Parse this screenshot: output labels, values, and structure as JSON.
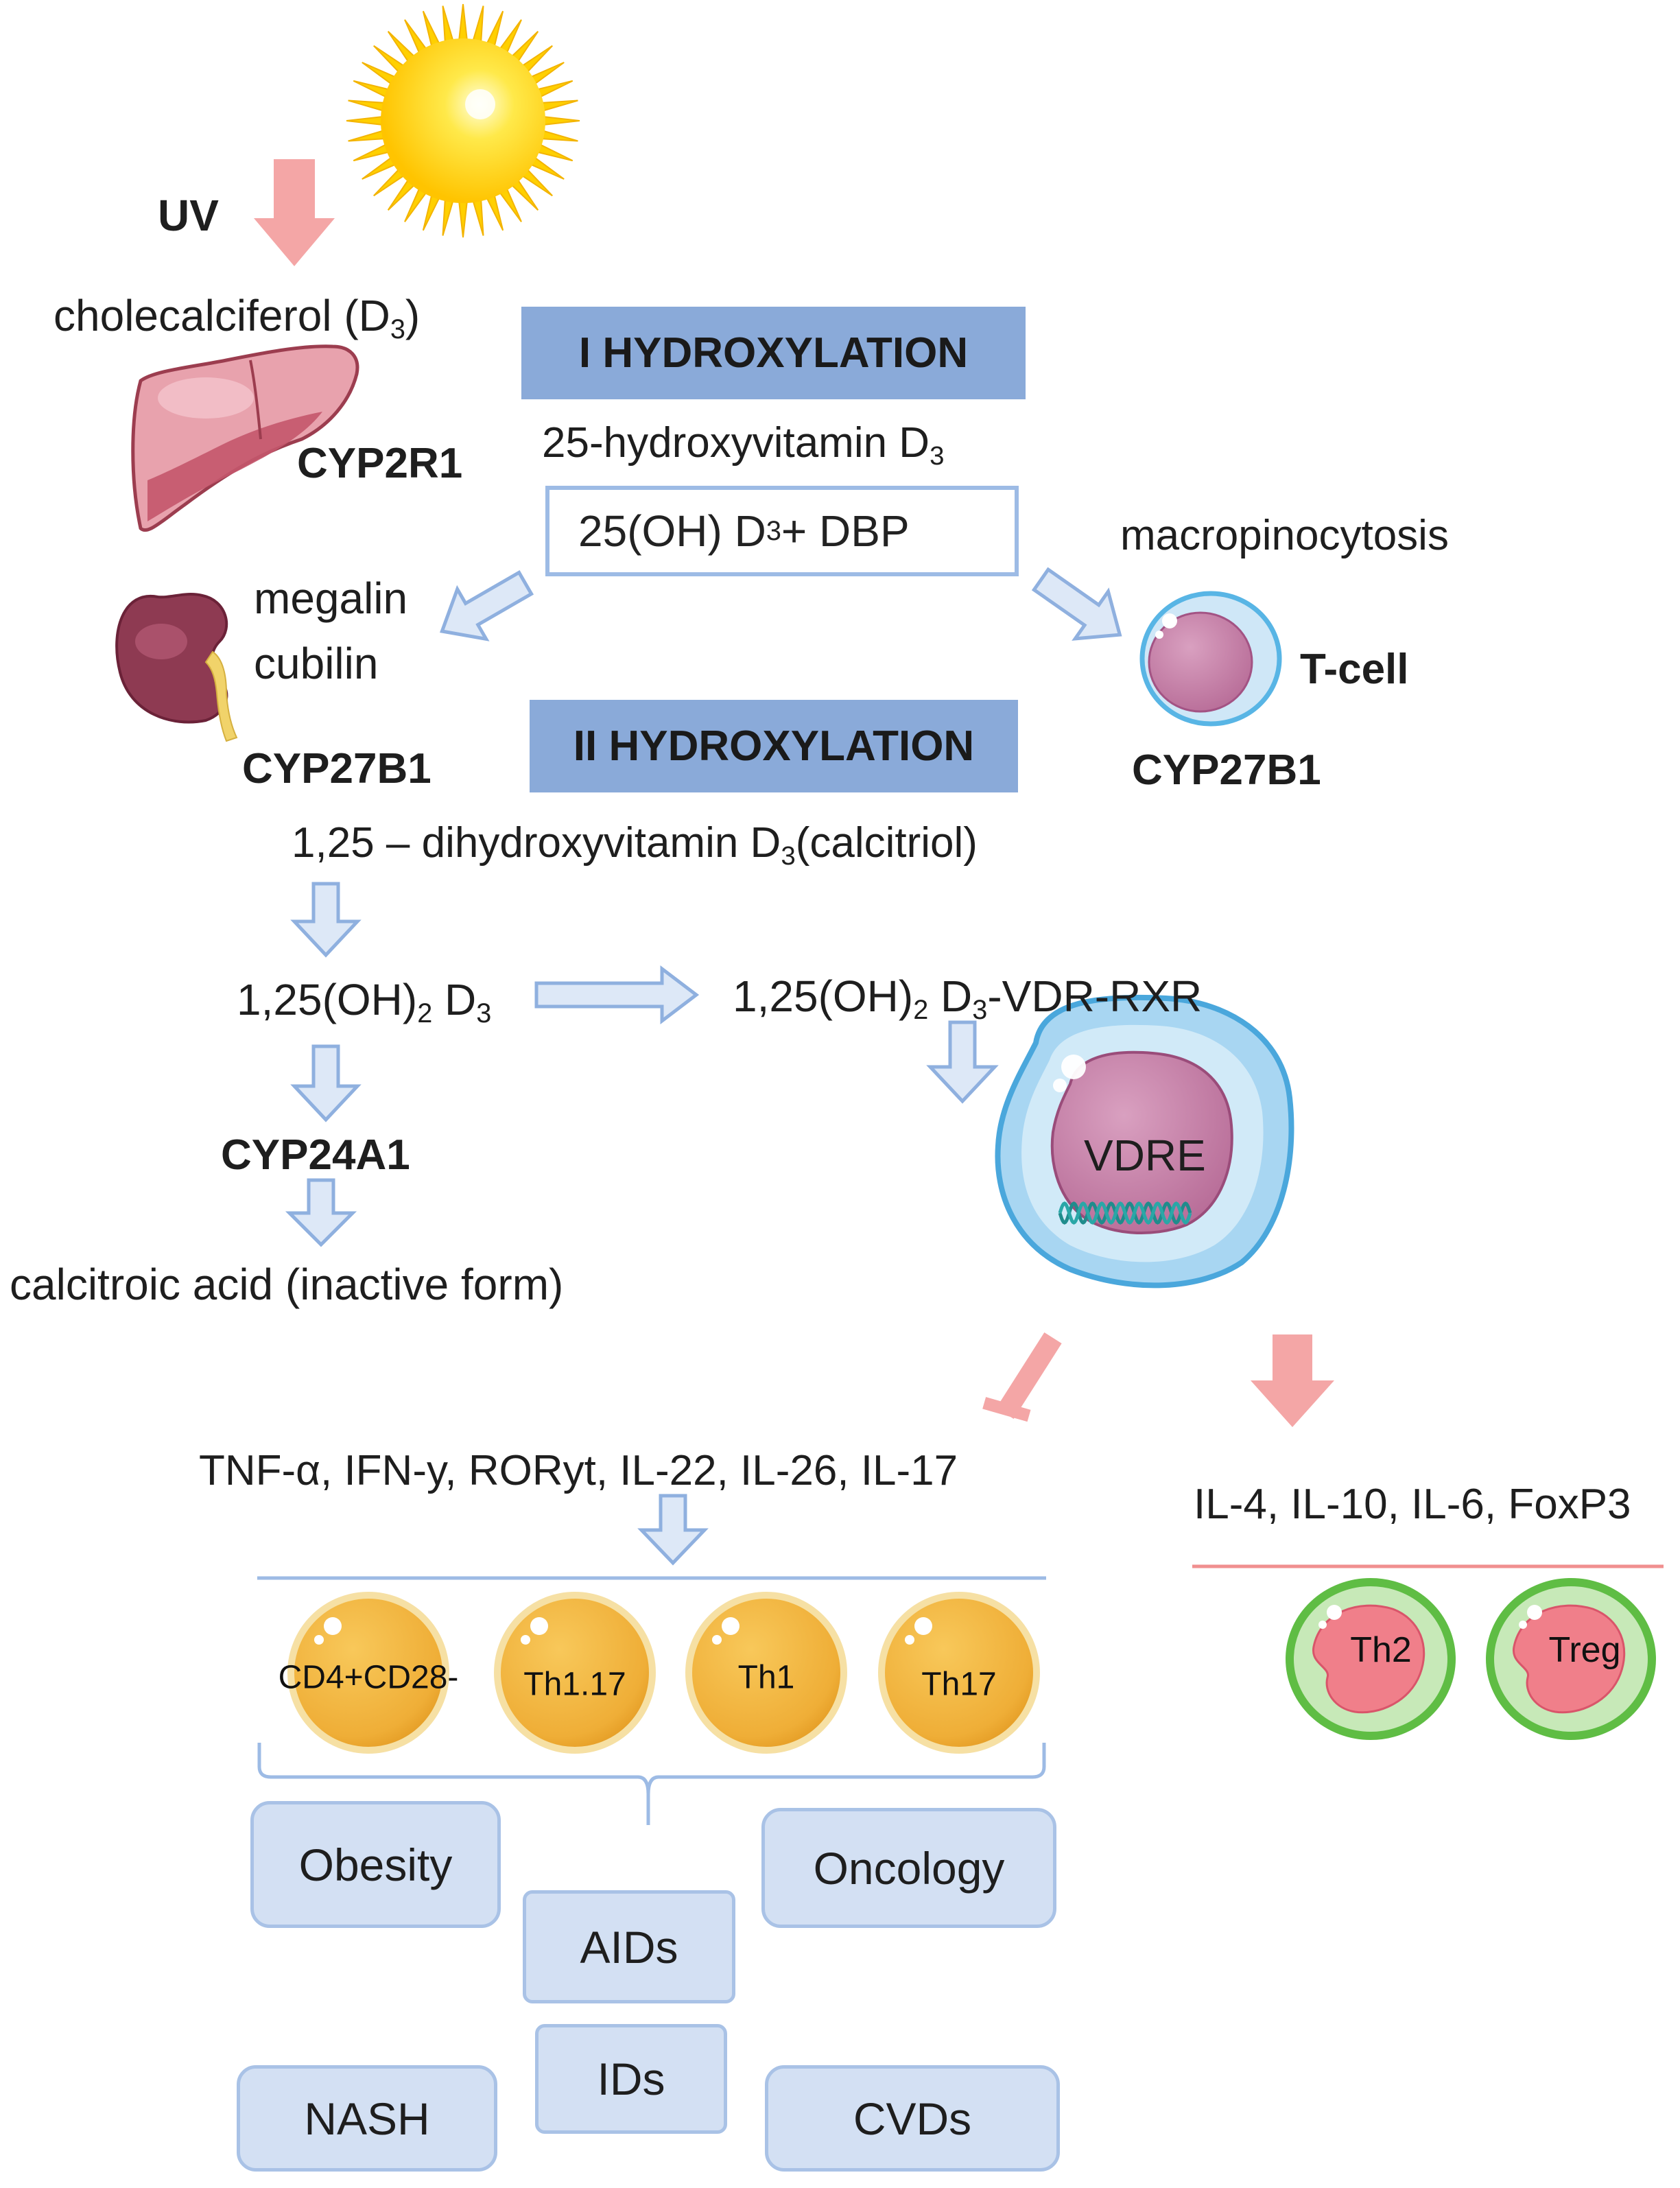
{
  "colors": {
    "arrow_blue_fill": "#dde8f7",
    "arrow_blue_stroke": "#8fb0df",
    "arrow_pink": "#f4a6a6",
    "banner": "#8aaad9",
    "disease_box": "#d3e0f3",
    "line_blue": "#9dbbe5",
    "line_pink": "#f08f8f",
    "cell_orange": "#f3b844",
    "cell_green": "#7ccf62",
    "sun": "#ffd400"
  },
  "labels": {
    "uv": "UV",
    "cholecalciferol": "cholecalciferol (D",
    "cholecalciferol_sub": "3",
    "cholecalciferol_end": ")",
    "cyp2r1": "CYP2R1",
    "hydroxylation_1": "I HYDROXYLATION",
    "hydroxyvitamin_25": "25-hydroxyvitamin D",
    "hydroxyvitamin_25_sub": "3",
    "oh_d3_dbp_a": "25(OH) D",
    "oh_d3_dbp_sub": "3",
    "oh_d3_dbp_b": " + DBP",
    "macropinocytosis": "macropinocytosis",
    "megalin": "megalin",
    "cubilin": "cubilin",
    "tcell": "T-cell",
    "cyp27b1_kidney": "CYP27B1",
    "hydroxylation_2": "II HYDROXYLATION",
    "cyp27b1_tcell": "CYP27B1",
    "calcitriol_a": "1,25 – dihydroxyvitamin D",
    "calcitriol_sub": "3",
    "calcitriol_b": "(calcitriol)",
    "oh2d3_a": "1,25(OH)",
    "oh2d3_sub1": "2",
    "oh2d3_b": " D",
    "oh2d3_sub2": "3",
    "vdr_a": "1,25(OH)",
    "vdr_sub1": "2",
    "vdr_b": " D",
    "vdr_sub2": "3",
    "vdr_c": "-VDR-RXR",
    "vdre": "VDRE",
    "cyp24a1": "CYP24A1",
    "calcitroic": "calcitroic acid (inactive form)",
    "proinflammatory": "TNF-α, IFN-y, RORyt, IL-22, IL-26, IL-17",
    "antiinflammatory": "IL-4, IL-10, IL-6, FoxP3"
  },
  "cells": {
    "orange": [
      "CD4+CD28-",
      "Th1.17",
      "Th1",
      "Th17"
    ],
    "green": [
      "Th2",
      "Treg"
    ]
  },
  "diseases": {
    "obesity": "Obesity",
    "oncology": "Oncology",
    "aids": "AIDs",
    "ids": "IDs",
    "nash": "NASH",
    "cvds": "CVDs"
  }
}
